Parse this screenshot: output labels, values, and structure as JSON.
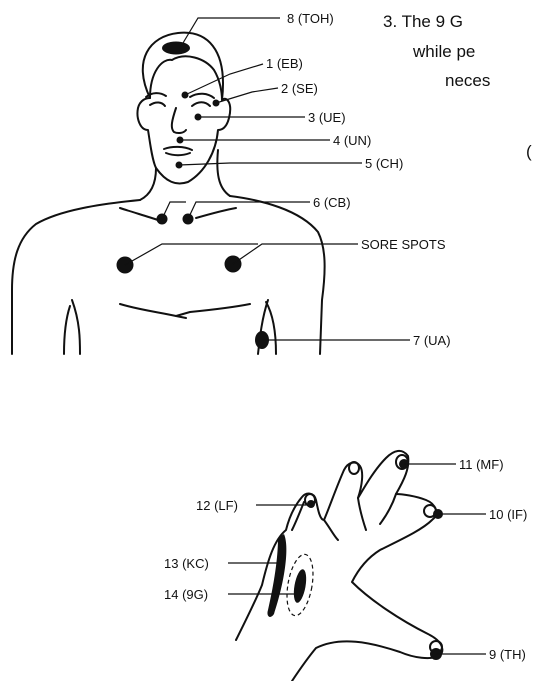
{
  "header": {
    "line1": "3. The 9 G",
    "line2": "while pe",
    "line3": "neces",
    "line4": "("
  },
  "points": [
    {
      "id": "toh",
      "label": "8 (TOH)"
    },
    {
      "id": "eb",
      "label": "1 (EB)"
    },
    {
      "id": "se",
      "label": "2 (SE)"
    },
    {
      "id": "ue",
      "label": "3 (UE)"
    },
    {
      "id": "un",
      "label": "4 (UN)"
    },
    {
      "id": "ch",
      "label": "5 (CH)"
    },
    {
      "id": "cb",
      "label": "6 (CB)"
    },
    {
      "id": "sore",
      "label": "SORE SPOTS"
    },
    {
      "id": "ua",
      "label": "7 (UA)"
    },
    {
      "id": "mf",
      "label": "11 (MF)"
    },
    {
      "id": "lf",
      "label": "12 (LF)"
    },
    {
      "id": "if",
      "label": "10 (IF)"
    },
    {
      "id": "kc",
      "label": "13 (KC)"
    },
    {
      "id": "9g",
      "label": "14 (9G)"
    },
    {
      "id": "th",
      "label": "9 (TH)"
    }
  ]
}
